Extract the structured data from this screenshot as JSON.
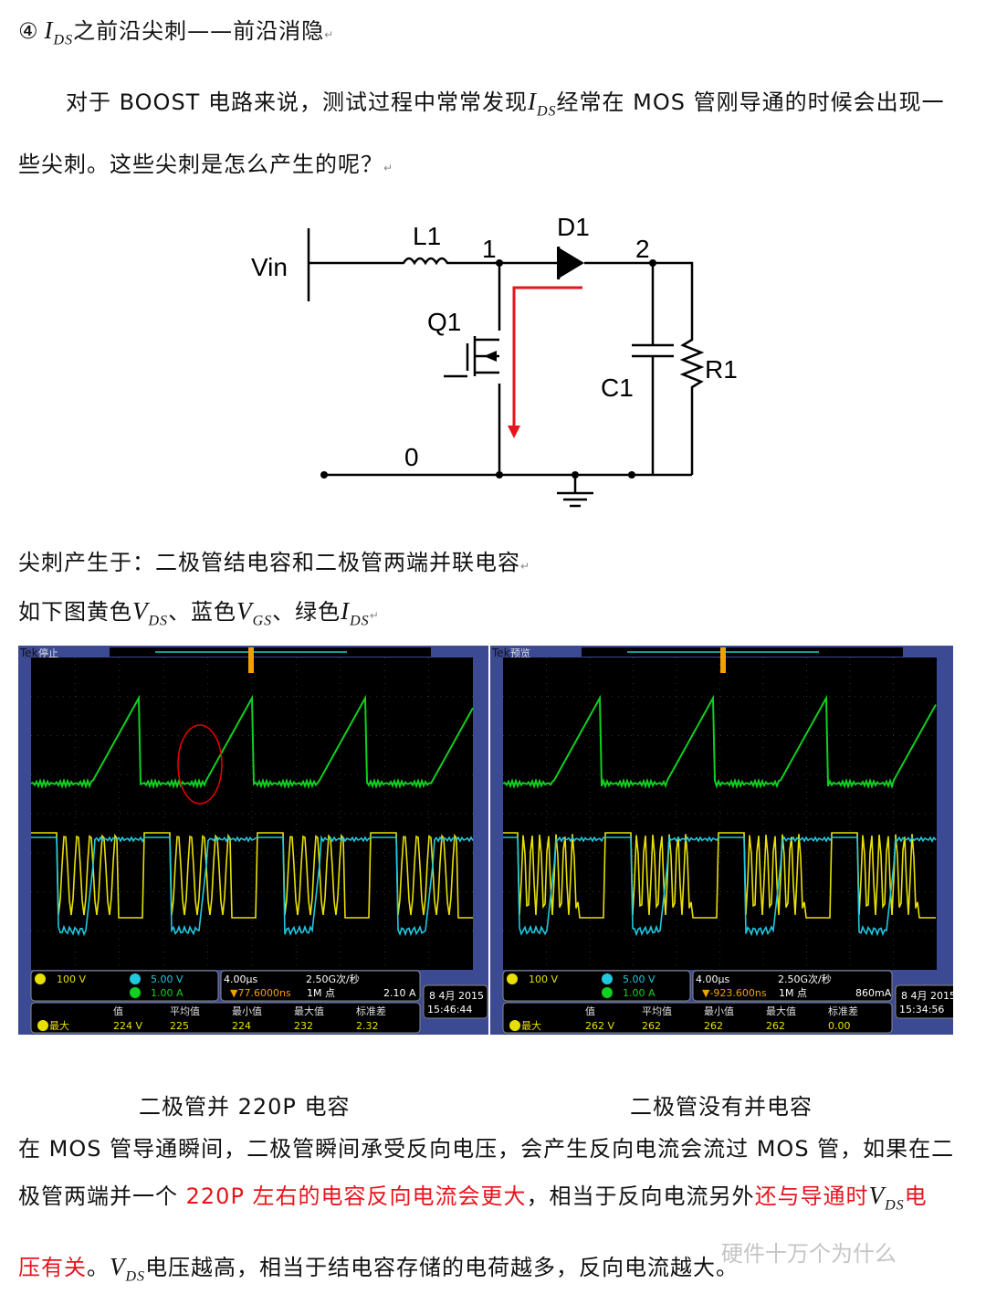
{
  "heading": {
    "num": "④",
    "sym": "I",
    "sub": "DS",
    "text": "之前沿尖刺——前沿消隐"
  },
  "para1": {
    "a": "对于 BOOST 电路来说，测试过程中常常发现",
    "sym": "I",
    "sub": "DS",
    "b": "经常在 MOS 管刚导通的时候会出现一",
    "c": "些尖刺。这些尖刺是怎么产生的呢？"
  },
  "circuit": {
    "labels": {
      "vin": "Vin",
      "l1": "L1",
      "n1": "1",
      "d1": "D1",
      "n2": "2",
      "q1": "Q1",
      "c1": "C1",
      "r1": "R1",
      "n0": "0"
    }
  },
  "cause": "尖刺产生于：二极管结电容和二极管两端并联电容",
  "colors_line": {
    "a": "如下图黄色",
    "v": "V",
    "vsub": "DS",
    "b": "、蓝色",
    "g": "V",
    "gsub": "GS",
    "c": "、绿色",
    "i": "I",
    "isub": "DS"
  },
  "trace_colors": {
    "yellow": "#e8e000",
    "cyan": "#20c8e0",
    "green": "#10d020",
    "accent_red": "#e8141c"
  },
  "scopes": [
    {
      "brand": "Tek",
      "state": "停止",
      "ch1": "100 V",
      "ch2": "5.00 V",
      "ch4": "1.00 A",
      "timebase": "4.00µs",
      "rate": "2.50G次/秒",
      "trig_pos": "▼77.6000ns",
      "points": "1M 点",
      "trig_level": "2.10 A",
      "date": "8 4月 2015",
      "time": "15:46:44",
      "meas_label": "最大",
      "meas_headers": [
        "值",
        "平均值",
        "最小值",
        "最大值",
        "标准差"
      ],
      "meas_values": [
        "224 V",
        "225",
        "224",
        "232",
        "2.32"
      ],
      "caption": "二极管并 220P 电容"
    },
    {
      "brand": "Tek",
      "state": "预览",
      "ch1": "100 V",
      "ch2": "5.00 V",
      "ch4": "1.00 A",
      "timebase": "4.00µs",
      "rate": "2.50G次/秒",
      "trig_pos": "▼-923.600ns",
      "points": "1M 点",
      "trig_level": "860mA",
      "date": "8 4月 2015",
      "time": "15:34:56",
      "meas_label": "最大",
      "meas_headers": [
        "值",
        "平均值",
        "最小值",
        "最大值",
        "标准差"
      ],
      "meas_values": [
        "262 V",
        "262",
        "262",
        "262",
        "0.00"
      ],
      "caption": "二极管没有并电容"
    }
  ],
  "para2": {
    "l1": "在 MOS 管导通瞬间，二极管瞬间承受反向电压，会产生反向电流会流过 MOS 管，如果在二",
    "l2a": "极管两端并一个 ",
    "l2r": "220P 左右的电容反向电流会更大",
    "l2b": "，相当于反向电流另外",
    "l2r2": "还与导通时",
    "l2sym": "V",
    "l2sub": "DS",
    "l2r3": "电",
    "l3r": "压有关",
    "l3a": "。",
    "l3sym": "V",
    "l3sub": "DS",
    "l3b": "电压越高，相当于结电容存储的电荷越多，反向电流越大。"
  },
  "watermark": "硬件十万个为什么"
}
